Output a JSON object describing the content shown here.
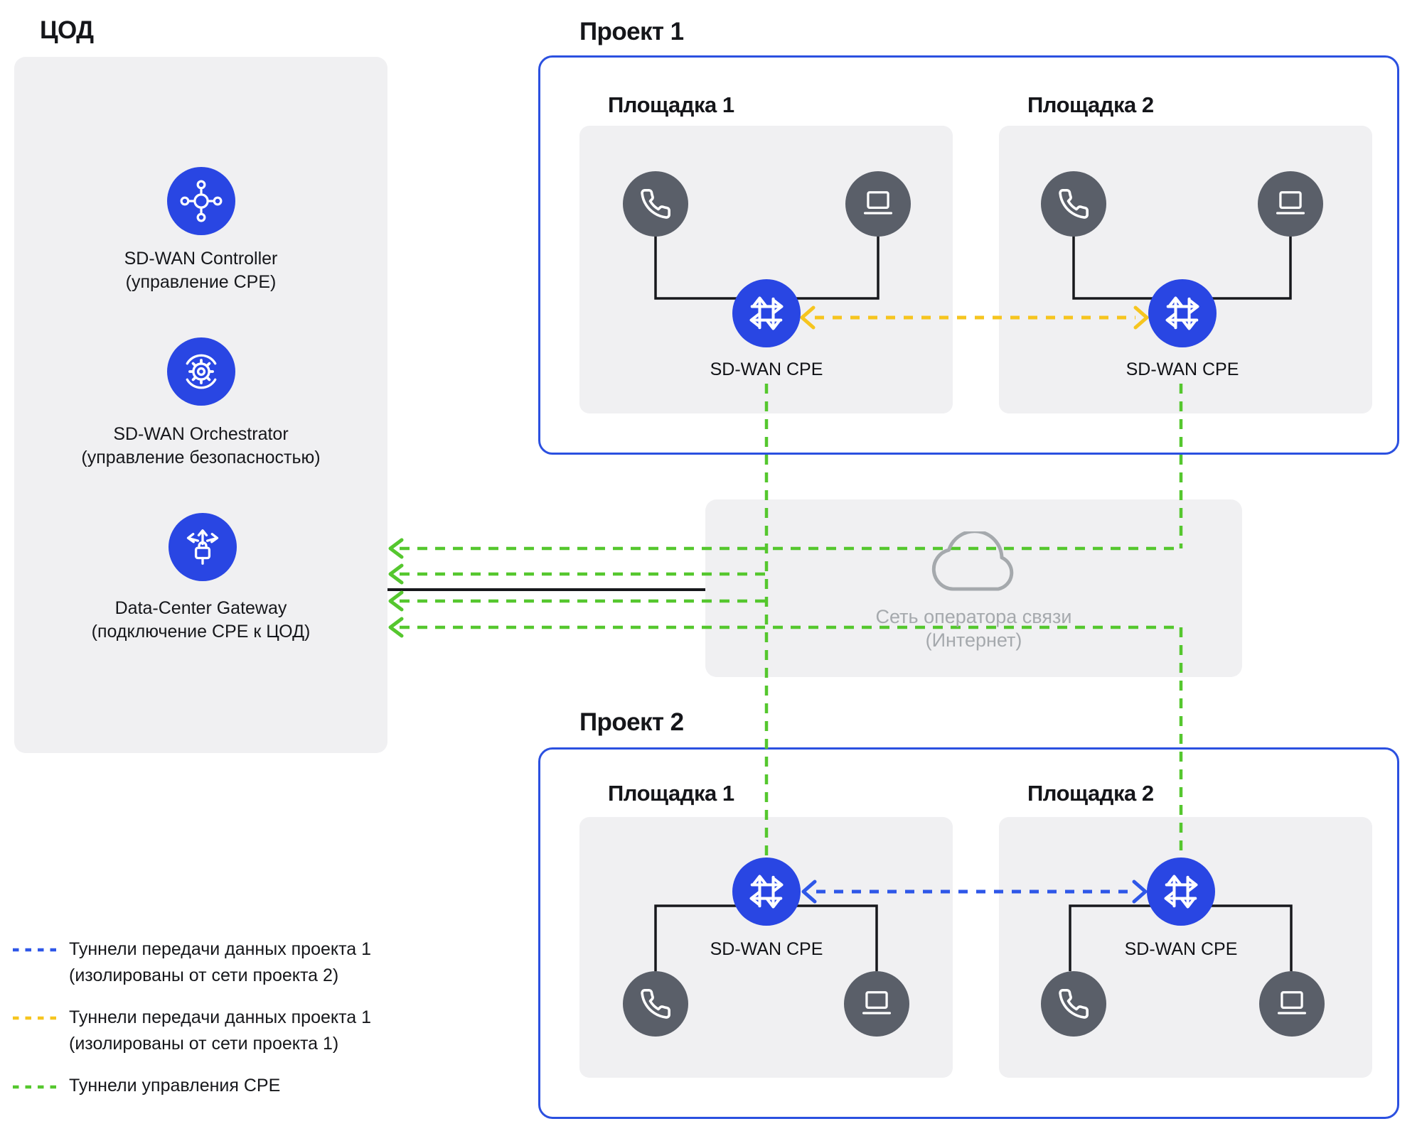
{
  "colors": {
    "brand_blue": "#2946e3",
    "project_border_blue": "#2b50e0",
    "tunnel_blue": "#2e57e8",
    "tunnel_yellow": "#f6c51f",
    "tunnel_green": "#55c72e",
    "panel_gray": "#f0f0f2",
    "device_gray": "#5a5f69",
    "cloud_gray": "#a5a9ad",
    "link_black": "#17181c"
  },
  "dc": {
    "title": "ЦОД",
    "nodes": [
      {
        "icon": "hub-icon",
        "name": "SD-WAN Controller",
        "sub": "(управление CPE)"
      },
      {
        "icon": "orchestrator-gear-icon",
        "name": "SD-WAN Orchestrator",
        "sub": "(управление безопасностью)"
      },
      {
        "icon": "gateway-lock-icon",
        "name": "Data-Center Gateway",
        "sub": "(подключение CPE к ЦОД)"
      }
    ]
  },
  "project1": {
    "title": "Проект 1",
    "sites": [
      {
        "label": "Площадка 1",
        "cpe_label": "SD-WAN CPE"
      },
      {
        "label": "Площадка 2",
        "cpe_label": "SD-WAN CPE"
      }
    ]
  },
  "project2": {
    "title": "Проект 2",
    "sites": [
      {
        "label": "Площадка 1",
        "cpe_label": "SD-WAN CPE"
      },
      {
        "label": "Площадка 2",
        "cpe_label": "SD-WAN CPE"
      }
    ]
  },
  "cloud": {
    "line1": "Сеть оператора связи",
    "line2": "(Интернет)"
  },
  "legend": [
    {
      "color": "#2e57e8",
      "line1": "Туннели передачи данных проекта 1",
      "line2": "(изолированы от сети проекта 2)"
    },
    {
      "color": "#f6c51f",
      "line1": "Туннели передачи данных проекта 1",
      "line2": "(изолированы от сети проекта 1)"
    },
    {
      "color": "#55c72e",
      "line1": "Туннели управления CPE",
      "line2": ""
    }
  ]
}
